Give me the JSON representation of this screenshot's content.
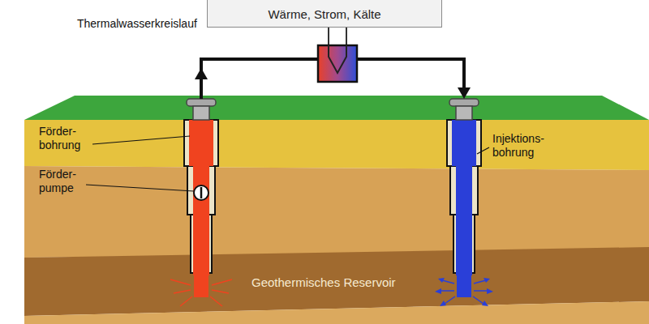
{
  "diagram": {
    "nodes": [
      {
        "text": [
          "Wärme, Strom, Kälte"
        ]
      }
    ],
    "labels": [
      "Thermalwasserkreislauf",
      "Förder- bohrung",
      "Förder- pumpe",
      "Injektions- bohrung",
      "Geothermisches Reservoir"
    ]
  }
}
